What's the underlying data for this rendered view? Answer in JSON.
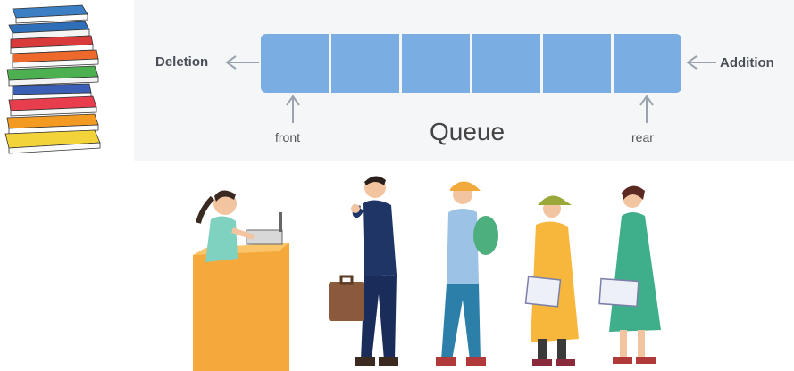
{
  "diagram": {
    "labels": {
      "deletion": "Deletion",
      "addition": "Addition",
      "front": "front",
      "rear": "rear",
      "title": "Queue"
    },
    "colors": {
      "slot_fill": "#7aaee3",
      "slot_border": "#a9cbee",
      "arrow": "#9aa3ad",
      "panel_bg": "#f4f6f8"
    },
    "slot_count": 6
  },
  "illustration": {
    "books_stack": "book-stack-icon",
    "people": [
      "receptionist",
      "businessman",
      "hiker",
      "child-raincoat",
      "woman-green-dress"
    ]
  }
}
